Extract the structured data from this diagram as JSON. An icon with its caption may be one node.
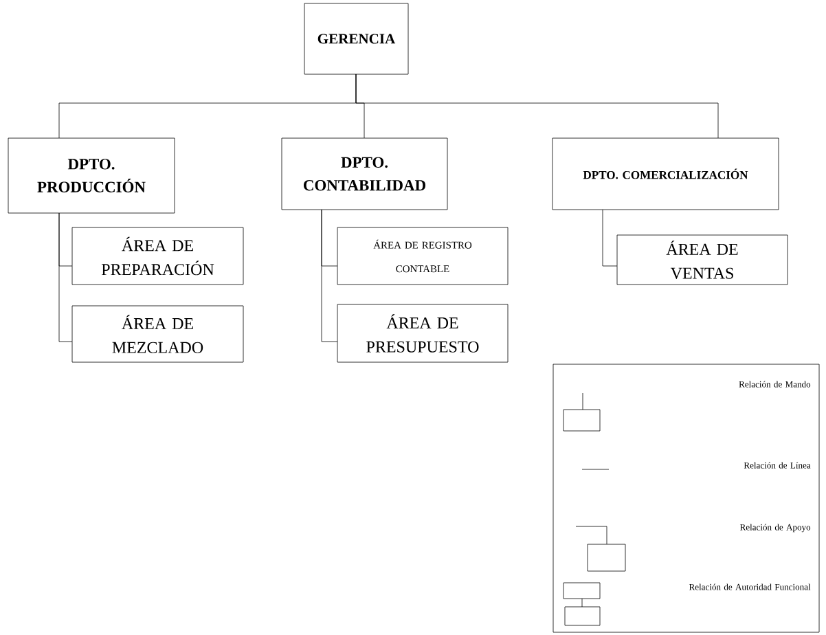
{
  "diagram": {
    "nodes": [
      {
        "text": [
          "GERENCIA"
        ]
      },
      {
        "text": [
          "DPTO. PRODUCCIÓN"
        ]
      },
      {
        "text": [
          "DPTO. CONTABILIDAD"
        ]
      },
      {
        "text": [
          "DPTO. COMERCIALIZACIÓN"
        ]
      },
      {
        "text": [
          "ÁREA DE PREPARACIÓN"
        ]
      },
      {
        "text": [
          "ÁREA DE MEZCLADO"
        ]
      },
      {
        "text": [
          "ÁREA DE REGISTRO CONTABLE"
        ]
      },
      {
        "text": [
          "ÁREA DE PRESUPUESTO"
        ]
      },
      {
        "text": [
          "ÁREA DE VENTAS"
        ]
      }
    ],
    "edges": [
      {
        "from": 0,
        "to": 1,
        "arrow": "none"
      },
      {
        "from": 0,
        "to": 2,
        "arrow": "none"
      },
      {
        "from": 0,
        "to": 3,
        "arrow": "none"
      },
      {
        "from": 1,
        "to": 4,
        "arrow": "none"
      },
      {
        "from": 1,
        "to": 5,
        "arrow": "none"
      },
      {
        "from": 2,
        "to": 6,
        "arrow": "none"
      },
      {
        "from": 2,
        "to": 7,
        "arrow": "none"
      },
      {
        "from": 3,
        "to": 8,
        "arrow": "none"
      }
    ],
    "legend": [
      {
        "text": "Relación de Mando"
      },
      {
        "text": "Relación de Línea"
      },
      {
        "text": "Relación de Apoyo"
      },
      {
        "text": "Relación de Autoridad Funcional"
      }
    ]
  }
}
